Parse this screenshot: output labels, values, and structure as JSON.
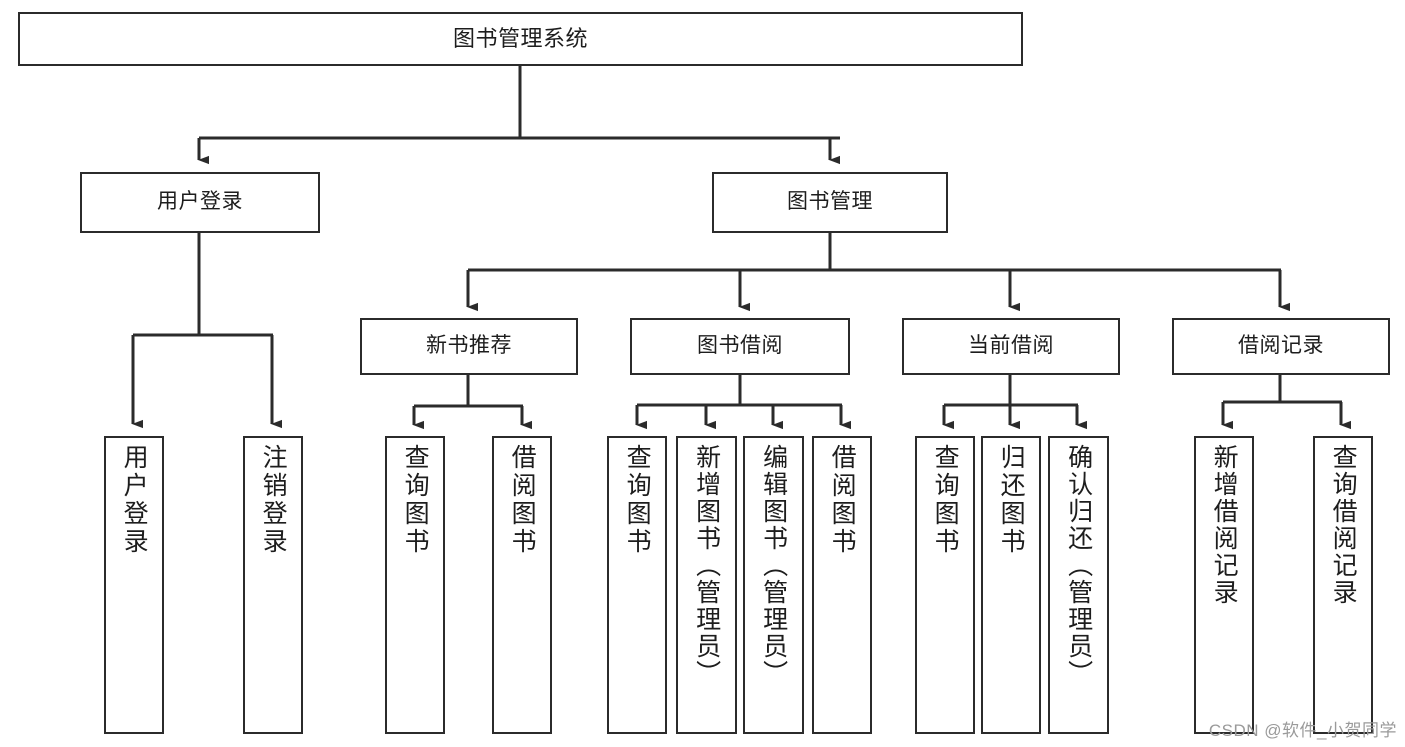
{
  "diagram": {
    "title": "图书管理系统",
    "watermark": "CSDN @软件_小贺同学",
    "colors": {
      "background": "#ffffff",
      "box_border": "#2b2b2b",
      "edge": "#2b2b2b",
      "text": "#1d1d1d",
      "watermark": "#9a9a9a"
    },
    "type": "tree",
    "root": {
      "label": "图书管理系统"
    },
    "level2": [
      {
        "label": "用户登录"
      },
      {
        "label": "图书管理"
      }
    ],
    "level3": [
      {
        "label": "新书推荐"
      },
      {
        "label": "图书借阅"
      },
      {
        "label": "当前借阅"
      },
      {
        "label": "借阅记录"
      }
    ],
    "leaves": {
      "user_login": [
        {
          "label": "用户登录"
        },
        {
          "label": "注销登录"
        }
      ],
      "new_book": [
        {
          "label": "查询图书"
        },
        {
          "label": "借阅图书"
        }
      ],
      "borrow_book": [
        {
          "label": "查询图书"
        },
        {
          "label": "新增图书（管理员）"
        },
        {
          "label": "编辑图书（管理员）"
        },
        {
          "label": "借阅图书"
        }
      ],
      "current_borrow": [
        {
          "label": "查询图书"
        },
        {
          "label": "归还图书"
        },
        {
          "label": "确认归还（管理员）"
        }
      ],
      "borrow_record": [
        {
          "label": "新增借阅记录"
        },
        {
          "label": "查询借阅记录"
        }
      ]
    }
  }
}
